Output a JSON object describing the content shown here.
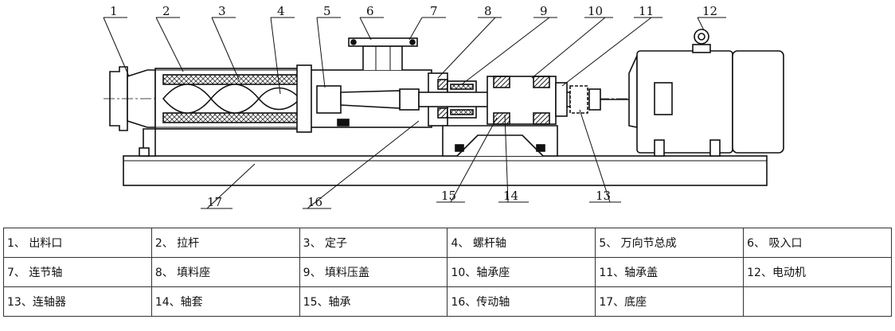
{
  "callouts": [
    "1",
    "2",
    "3",
    "4",
    "5",
    "6",
    "7",
    "8",
    "9",
    "10",
    "11",
    "12",
    "13",
    "14",
    "15",
    "16",
    "17"
  ],
  "legend": [
    [
      "1、 出料口",
      "2、 拉杆",
      "3、 定子",
      "4、 螺杆轴",
      "5、 万向节总成",
      "6、 吸入口"
    ],
    [
      "7、 连节轴",
      "8、 填料座",
      "9、 填料压盖",
      "10、轴承座",
      "11、轴承盖",
      "12、电动机"
    ],
    [
      "13、连轴器",
      "14、轴套",
      "15、轴承",
      "16、传动轴",
      "17、底座",
      ""
    ]
  ]
}
